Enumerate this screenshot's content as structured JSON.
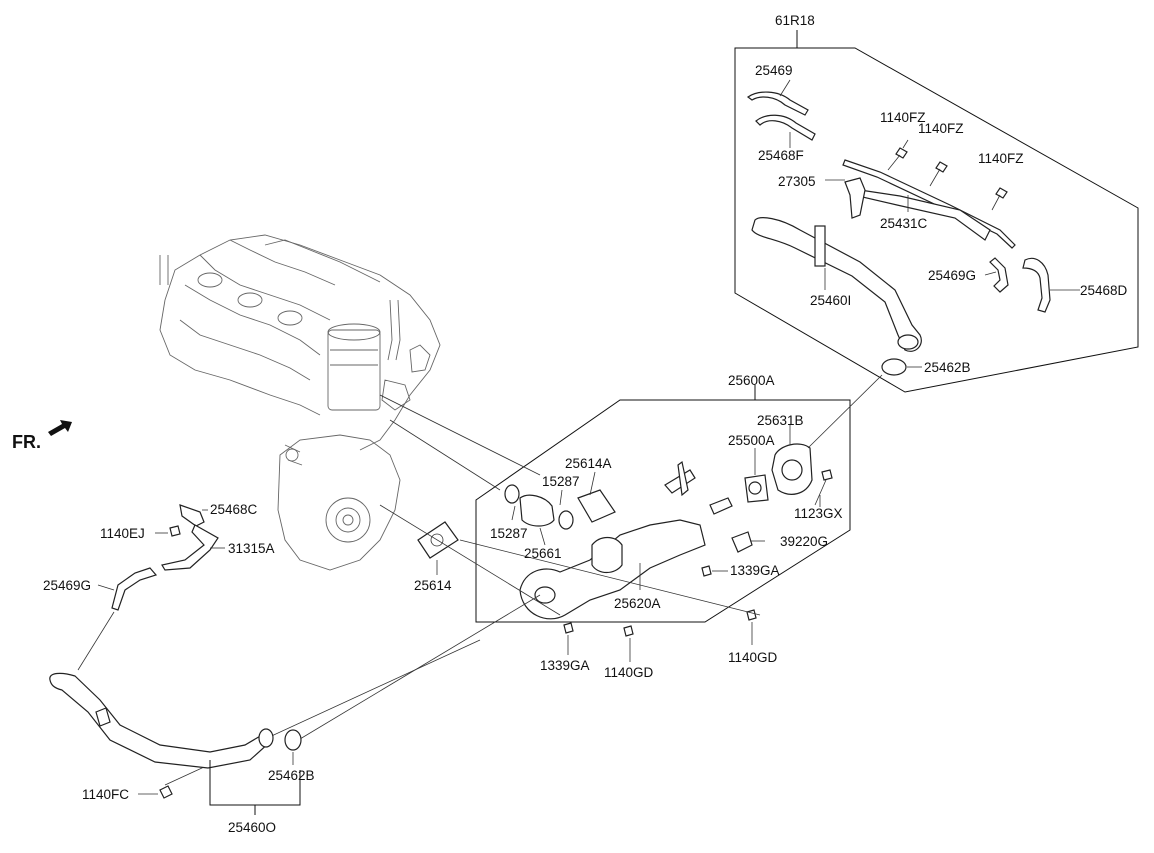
{
  "diagram": {
    "direction_label": "FR.",
    "callouts": {
      "assy_61R18": "61R18",
      "p25469": "25469",
      "p25468F": "25468F",
      "p1140FZ_a": "1140FZ",
      "p1140FZ_b": "1140FZ",
      "p1140FZ_c": "1140FZ",
      "p27305": "27305",
      "p25431C": "25431C",
      "p25469G_top": "25469G",
      "p25468D": "25468D",
      "p25460I": "25460I",
      "p25462B_top": "25462B",
      "assy_25600A": "25600A",
      "p25631B": "25631B",
      "p25500A": "25500A",
      "p25614A": "25614A",
      "p15287_a": "15287",
      "p15287_b": "15287",
      "p25661": "25661",
      "p1123GX": "1123GX",
      "p39220G": "39220G",
      "p1339GA_right": "1339GA",
      "p25620A": "25620A",
      "p25614": "25614",
      "p1339GA_bottom": "1339GA",
      "p1140GD_a": "1140GD",
      "p1140GD_b": "1140GD",
      "p25468C": "25468C",
      "p1140EJ": "1140EJ",
      "p31315A": "31315A",
      "p25469G_left": "25469G",
      "p1140FC": "1140FC",
      "p25462B_bottom": "25462B",
      "assy_25460O": "25460O"
    }
  }
}
